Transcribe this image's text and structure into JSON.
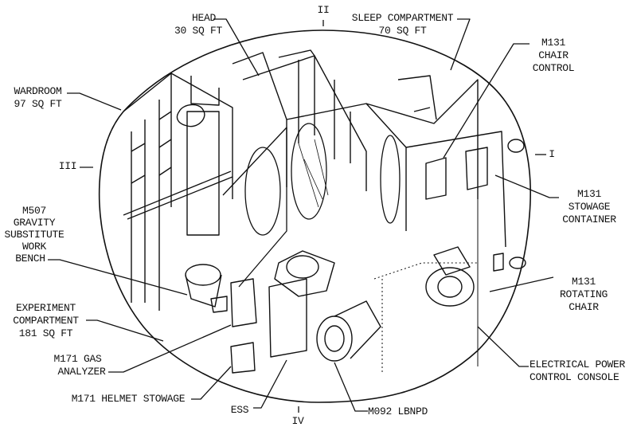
{
  "labels": {
    "head": [
      "HEAD",
      "30 SQ FT"
    ],
    "sector_ii": "II",
    "sleep": [
      "SLEEP COMPARTMENT",
      "70 SQ FT"
    ],
    "m131_chair_control": [
      "M131",
      "CHAIR",
      "CONTROL"
    ],
    "wardroom": [
      "WARDROOM",
      "97 SQ FT"
    ],
    "sector_iii": "III",
    "sector_i": "I",
    "m131_stowage": [
      "M131",
      "STOWAGE",
      "CONTAINER"
    ],
    "m507": [
      "M507",
      "GRAVITY",
      "SUBSTITUTE",
      "WORK",
      "BENCH"
    ],
    "experiment": [
      "EXPERIMENT",
      "COMPARTMENT",
      "181 SQ FT"
    ],
    "m171_gas": [
      "M171 GAS",
      "ANALYZER"
    ],
    "m171_helmet": "M171 HELMET STOWAGE",
    "ess": "ESS",
    "sector_iv": "IV",
    "m092": "M092 LBNPD",
    "m131_rotating": [
      "M131",
      "ROTATING",
      "CHAIR"
    ],
    "epcc": [
      "ELECTRICAL POWER",
      "CONTROL CONSOLE"
    ]
  },
  "colors": {
    "ink": "#111111",
    "background": "#ffffff"
  }
}
